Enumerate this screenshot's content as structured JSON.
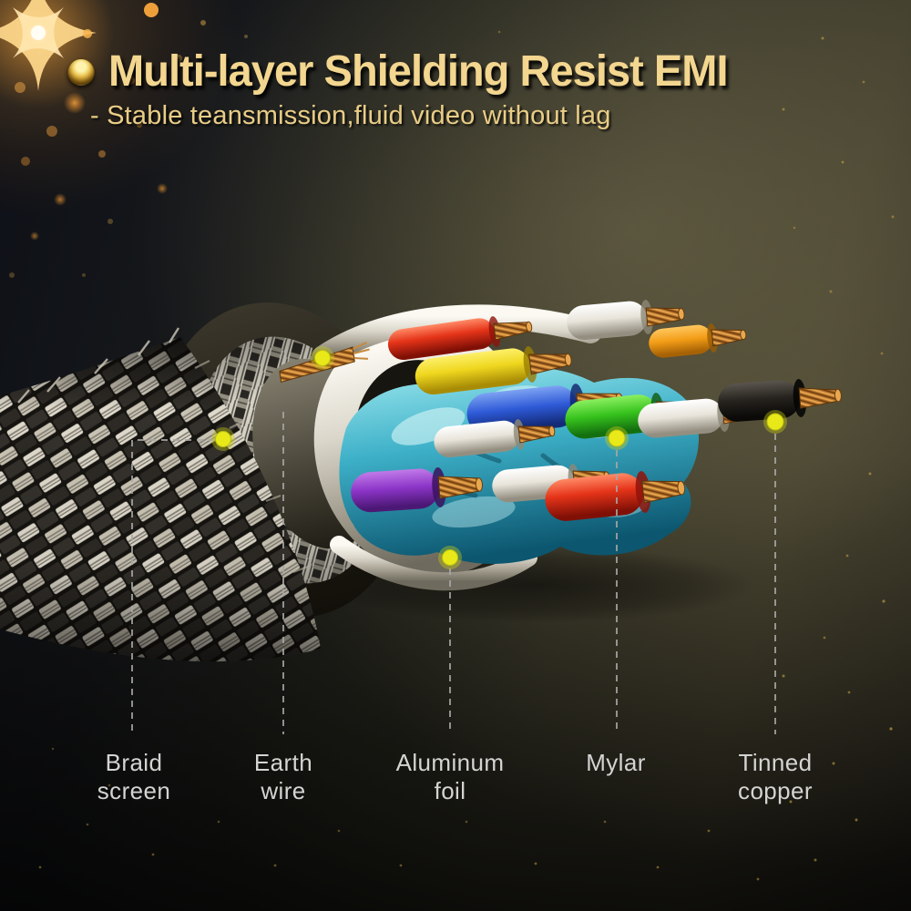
{
  "header": {
    "bullet_icon": "gold-ring-icon",
    "title": "Multi-layer Shielding Resist EMI",
    "subtitle": "- Stable teansmission,fluid video without lag"
  },
  "decor": {
    "star_icon": "starburst-sparkle-icon",
    "bokeh_icon": "bokeh-glow-dots",
    "specks_icon": "gold-speck-dots"
  },
  "illustration": {
    "subject": "cable cross-section cutaway",
    "layers": [
      "outer braid sleeve",
      "jacket",
      "braid shield",
      "aluminum foil",
      "mylar wrap",
      "inner wires"
    ]
  },
  "callouts": [
    {
      "name": "braid-screen",
      "line1": "Braid",
      "line2": "screen"
    },
    {
      "name": "earth-wire",
      "line1": "Earth",
      "line2": "wire"
    },
    {
      "name": "aluminum-foil",
      "line1": "Aluminum",
      "line2": "foil"
    },
    {
      "name": "mylar",
      "line1": "Mylar",
      "line2": ""
    },
    {
      "name": "tinned-copper",
      "line1": "Tinned",
      "line2": "copper"
    }
  ],
  "palette": {
    "title_gold": "#f3d68f",
    "subtitle_gold": "#e9cd86",
    "label_gray": "#d4d4d2",
    "callout_dot_yellow": "#e9e919",
    "leader_line_gray": "#a7a7a5",
    "background_olive": "#4a4636",
    "background_dark_navy": "#0e1016",
    "wire_red": "#e53419",
    "wire_yellow": "#efd71f",
    "wire_orange": "#f39d17",
    "wire_blue": "#2e5ad7",
    "wire_green": "#36c21d",
    "wire_purple": "#8c35c8",
    "wire_white": "#e8e4da",
    "wire_black": "#26231e",
    "copper": "#b4712a",
    "mylar_teal": "#3db0c8",
    "foil_silver": "#d9d5c9"
  }
}
